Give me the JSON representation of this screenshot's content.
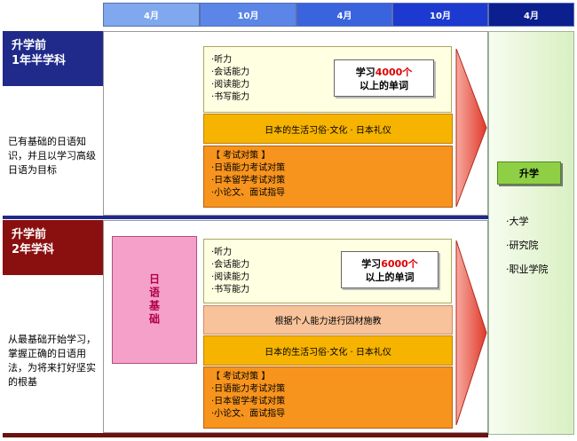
{
  "months": [
    "4月",
    "10月",
    "4月",
    "10月",
    "4月"
  ],
  "track1": {
    "title_line1": "升学前",
    "title_line2": "1年半学科",
    "description": "已有基础的日语知识，并且以学习高级日语为目标",
    "skills": [
      "·听力",
      "·会话能力",
      "·阅读能力",
      "·书写能力"
    ],
    "note_prefix": "学习",
    "note_number": "4000个",
    "note_suffix": "以上的单词",
    "culture": "日本的生活习俗·文化 ·  日本礼仪",
    "exam_title": "【  考试对策  】",
    "exam_items": [
      "·日语能力考试对策",
      "·日本留学考试对策",
      "·小论文、面试指导"
    ]
  },
  "track2": {
    "title_line1": "升学前",
    "title_line2": "2年学科",
    "description": "从最基础开始学习，掌握正确的日语用法，为将来打好坚实的根基",
    "foundation": "日语基础",
    "skills": [
      "·听力",
      "·会话能力",
      "·阅读能力",
      "·书写能力"
    ],
    "note_prefix": "学习",
    "note_number": "6000个",
    "note_suffix": "以上的单词",
    "individual": "根据个人能力进行因材施教",
    "culture": "日本的生活习俗·文化 ·  日本礼仪",
    "exam_title": "【  考试对策  】",
    "exam_items": [
      "·日语能力考试对策",
      "·日本留学考试对策",
      "·小论文、面试指导"
    ]
  },
  "promotion": "升学",
  "destinations": [
    "·大学",
    "·研究院",
    "·职业学院"
  ],
  "colors": {
    "track1_title": "#1f2a8a",
    "track2_title": "#8a0f0f",
    "orange": "#f6b300",
    "exam": "#f7941d",
    "pink": "#f4a0c8",
    "green": "#8fcf45",
    "note_red": "#e00000"
  }
}
